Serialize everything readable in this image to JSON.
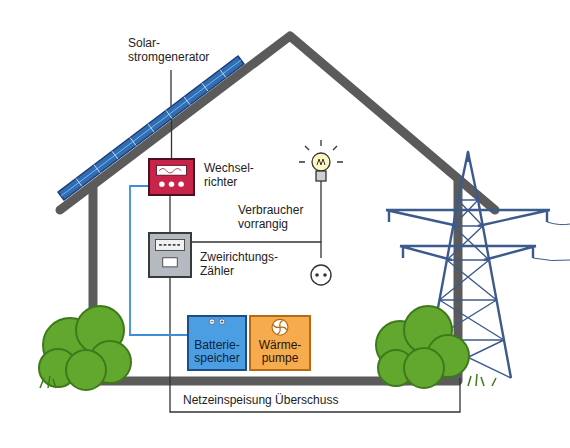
{
  "diagram": {
    "nodes": [
      {
        "text": [
          "Solar- stromgenerator"
        ]
      },
      {
        "text": [
          "Wechsel- richter"
        ]
      },
      {
        "text": [
          "Verbraucher vorrangig"
        ]
      },
      {
        "text": [
          "Zweirichtungs- Zähler"
        ]
      },
      {
        "text": [
          "Batterie- speicher"
        ]
      },
      {
        "text": [
          "Wärme- pumpe"
        ]
      }
    ],
    "edges": [
      {
        "from": 0,
        "to": 1,
        "arrow": "none"
      },
      {
        "from": 1,
        "to": 3,
        "arrow": "none"
      },
      {
        "from": 3,
        "to": 2,
        "arrow": "none"
      },
      {
        "from": 1,
        "to": 4,
        "arrow": "none"
      }
    ],
    "labels": [
      "Netzeinspeisung Überschuss"
    ]
  }
}
